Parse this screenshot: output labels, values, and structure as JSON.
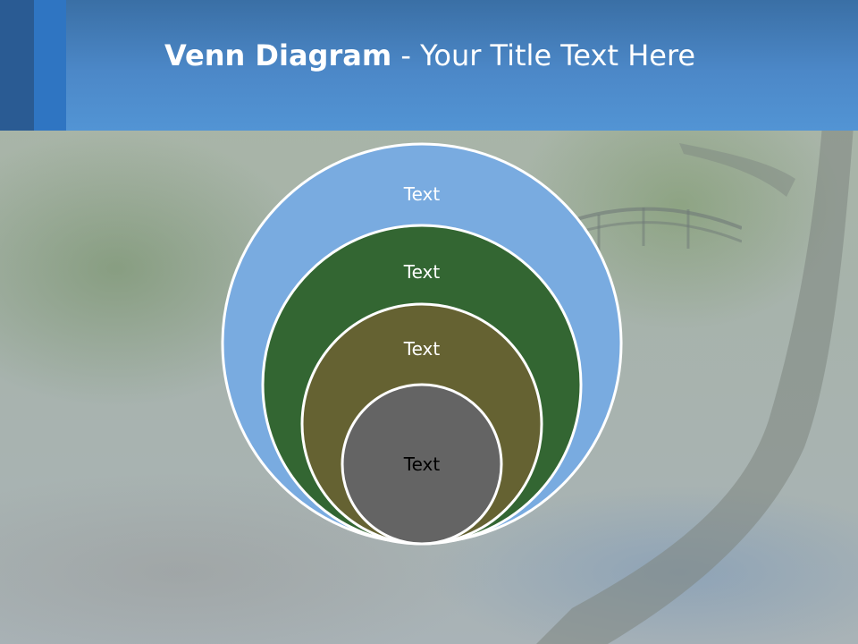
{
  "slide": {
    "title_bold": "Venn Diagram",
    "title_rest": " - Your Title Text Here"
  },
  "diagram": {
    "circles": [
      {
        "label": "Text",
        "fill": "#79abe0",
        "text_color": "#ffffff"
      },
      {
        "label": "Text",
        "fill": "#336632",
        "text_color": "#ffffff"
      },
      {
        "label": "Text",
        "fill": "#656232",
        "text_color": "#ffffff"
      },
      {
        "label": "Text",
        "fill": "#646464",
        "text_color": "#000000"
      }
    ]
  },
  "colors": {
    "header": "#4c88c8",
    "circle_stroke": "#ffffff"
  }
}
